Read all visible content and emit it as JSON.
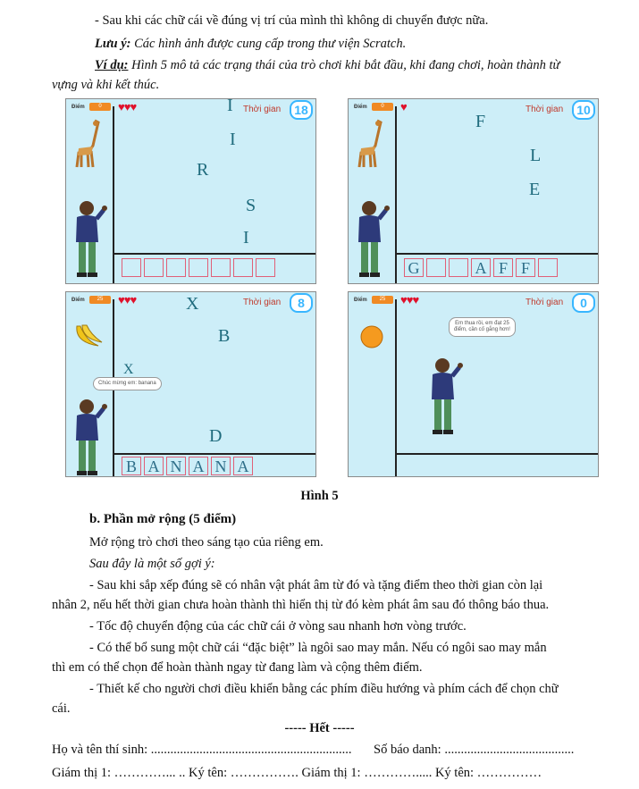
{
  "top": {
    "line1": "- Sau khi các chữ cái về đúng vị trí của mình thì không di chuyển được nữa.",
    "note_label": "Lưu ý:",
    "note_text": " Các hình ảnh được cung cấp trong thư viện Scratch.",
    "example_label": "Ví dụ:",
    "example_text": " Hình 5 mô tả các trạng thái của trò chơi khi bắt đầu, khi đang chơi, hoàn thành từ",
    "example_cont": "vựng và khi kết thúc."
  },
  "game": {
    "score_label": "Điểm",
    "time_label": "Thời gian",
    "panels": [
      {
        "score": "0",
        "hearts": "♥♥♥",
        "time": "18",
        "letters": [
          "I",
          "I",
          "R",
          "S",
          "I"
        ],
        "slots": [
          "",
          "",
          "",
          "",
          "",
          "",
          ""
        ]
      },
      {
        "score": "0",
        "hearts": "♥",
        "time": "10",
        "letters": [
          "F",
          "L",
          "E"
        ],
        "slots": [
          "G",
          "",
          "",
          "A",
          "F",
          "F",
          ""
        ]
      },
      {
        "score": "25",
        "hearts": "♥♥♥",
        "time": "8",
        "letters": [
          "X",
          "B",
          "X",
          "D"
        ],
        "bubble": "Chúc mừng em: banana",
        "slots": [
          "B",
          "A",
          "N",
          "A",
          "N",
          "A"
        ]
      },
      {
        "score": "25",
        "hearts": "♥♥♥",
        "time": "0",
        "bubble_line1": "Em thua rồi, em đạt 25",
        "bubble_line2": "điểm, cần cố gắng hơn!"
      }
    ]
  },
  "figure_caption": "Hình 5",
  "section": {
    "heading": "b. Phần mở rộng (5 điểm)",
    "intro": "Mở rộng trò chơi theo sáng tạo của riêng em.",
    "hint": "Sau đây là một số gợi ý:",
    "b1_l1": "- Sau khi sắp xếp đúng sẽ có nhân vật phát âm từ đó và tặng điểm theo thời gian còn lại",
    "b1_l2": "nhân 2, nếu hết thời gian chưa hoàn thành thì hiển thị từ đó kèm phát âm sau đó thông báo thua.",
    "b2": "- Tốc độ chuyển động của các chữ cái ở vòng sau nhanh hơn vòng trước.",
    "b3_l1": "- Có thể bổ sung một chữ cái “đặc biệt” là ngôi sao may mắn. Nếu có ngôi sao may mắn",
    "b3_l2": "thì em có thể chọn để hoàn thành ngay từ đang làm và cộng thêm điểm.",
    "b4_l1": "- Thiết kế cho người chơi điều khiển bằng các phím điều hướng và phím cách để chọn chữ",
    "b4_l2": "cái."
  },
  "end": "----- Hết -----",
  "footer": {
    "row1_left": "Họ và tên thí sinh: ..............................................................",
    "row1_right": "Số báo danh: ........................................",
    "row2": "Giám thị 1: …………... .. Ký tên: ……………. Giám thị 1: …………..... Ký tên: ……………"
  }
}
